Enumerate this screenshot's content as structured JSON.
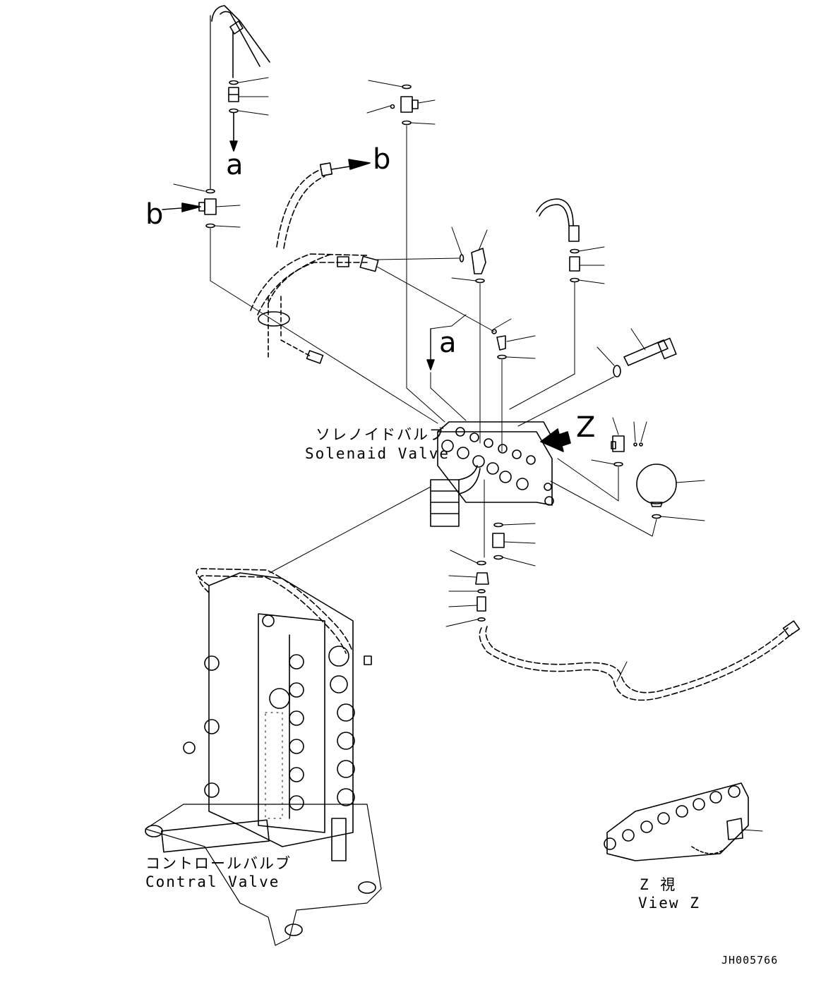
{
  "labels": {
    "solenoid_valve_jp": "ソレノイドバルブ",
    "solenoid_valve_en": "Solenaid Valve",
    "control_valve_jp": "コントロールバルブ",
    "control_valve_en": "Contral Valve",
    "view_z_jp": "Z 視",
    "view_z_en": "View Z",
    "drawing_code": "JH005766"
  },
  "markers": {
    "a_top": "a",
    "a_mid": "a",
    "b_top": "b",
    "b_left": "b",
    "z_arrow": "Z"
  }
}
